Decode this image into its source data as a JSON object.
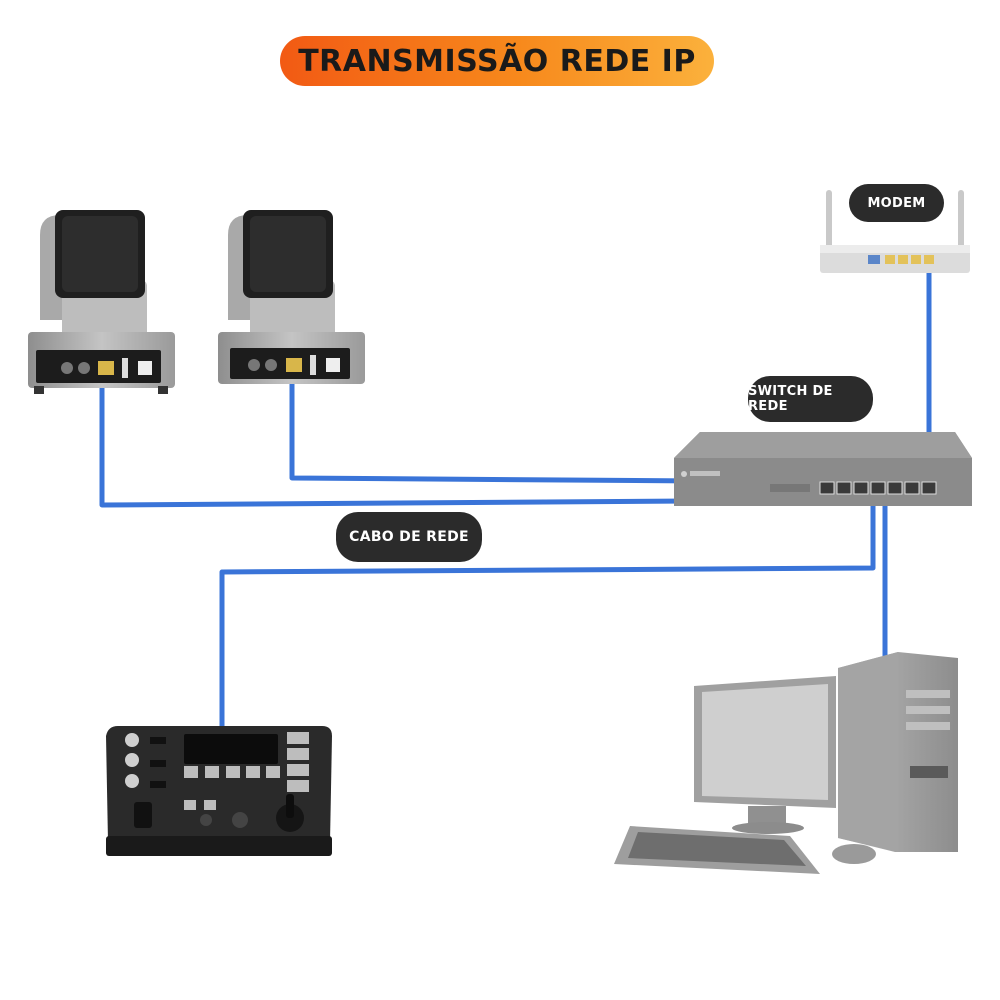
{
  "title": "TRANSMISSÃO REDE IP",
  "labels": {
    "modem": "MODEM",
    "switch": "SWITCH DE REDE",
    "cable": "CABO DE REDE"
  },
  "colors": {
    "title_gradient_start": "#f25a14",
    "title_gradient_end": "#fbb13c",
    "cable": "#3a74d8",
    "label_bg": "#2b2b2b",
    "device_gray": "#9a9a9a"
  },
  "devices": [
    {
      "name": "ptz-camera-1",
      "icon": "ptz-camera-icon"
    },
    {
      "name": "ptz-camera-2",
      "icon": "ptz-camera-icon"
    },
    {
      "name": "modem",
      "icon": "router-icon"
    },
    {
      "name": "network-switch",
      "icon": "switch-icon"
    },
    {
      "name": "ptz-controller",
      "icon": "joystick-controller-icon"
    },
    {
      "name": "desktop-computer",
      "icon": "computer-icon"
    }
  ]
}
